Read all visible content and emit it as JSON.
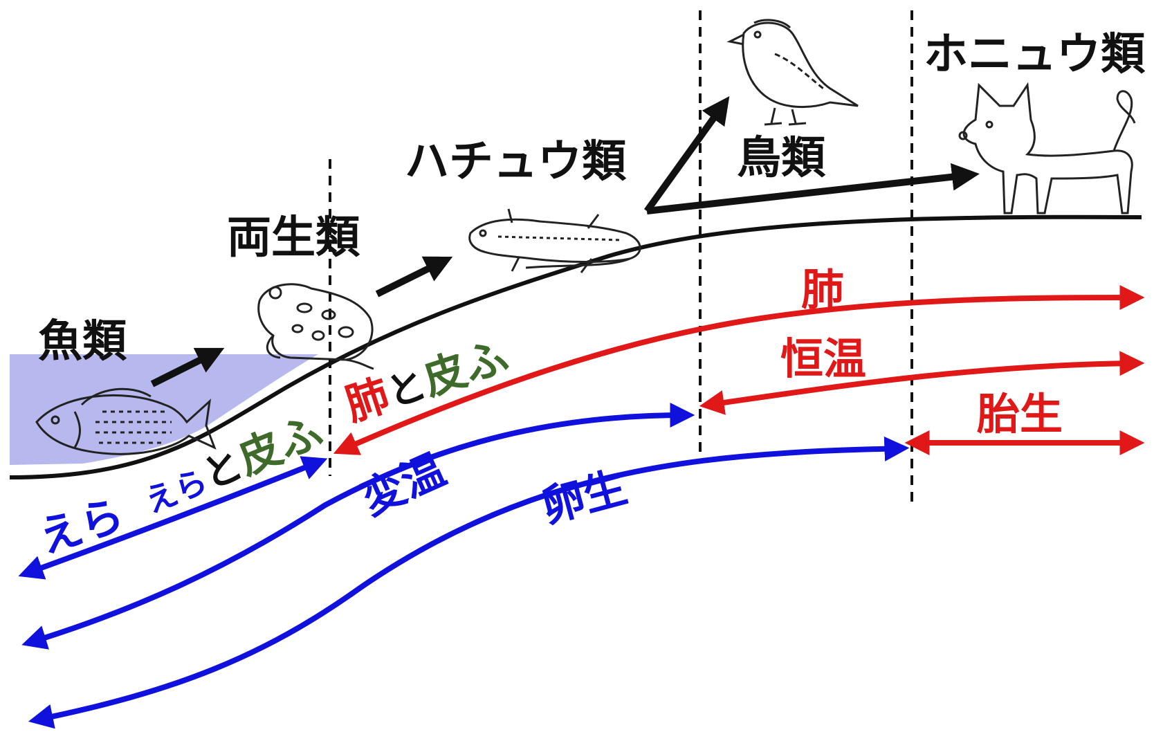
{
  "colors": {
    "water": "#b7b9ee",
    "black": "#111111",
    "red": "#e01818",
    "blue": "#1111dd",
    "green": "#3f6b2a"
  },
  "groups": {
    "fish": "魚類",
    "amphibian": "両生類",
    "reptile": "ハチュウ類",
    "bird": "鳥類",
    "mammal": "ホニュウ類"
  },
  "traits": {
    "gills": "えら",
    "gills_and_skin_gills": "えら",
    "gills_and_skin_to": "と",
    "gills_and_skin_skin": "皮ふ",
    "lungs_and_skin_lungs": "肺",
    "lungs_and_skin_to": "と",
    "lungs_and_skin_skin": "皮ふ",
    "lungs": "肺",
    "homeothermic": "恒温",
    "poikilothermic": "変温",
    "oviparous": "卵生",
    "viviparous": "胎生"
  },
  "animals": {
    "fish": "fish-illustration",
    "frog": "frog-illustration",
    "lizard": "lizard-illustration",
    "bird": "sparrow-illustration",
    "dog": "dog-illustration"
  }
}
